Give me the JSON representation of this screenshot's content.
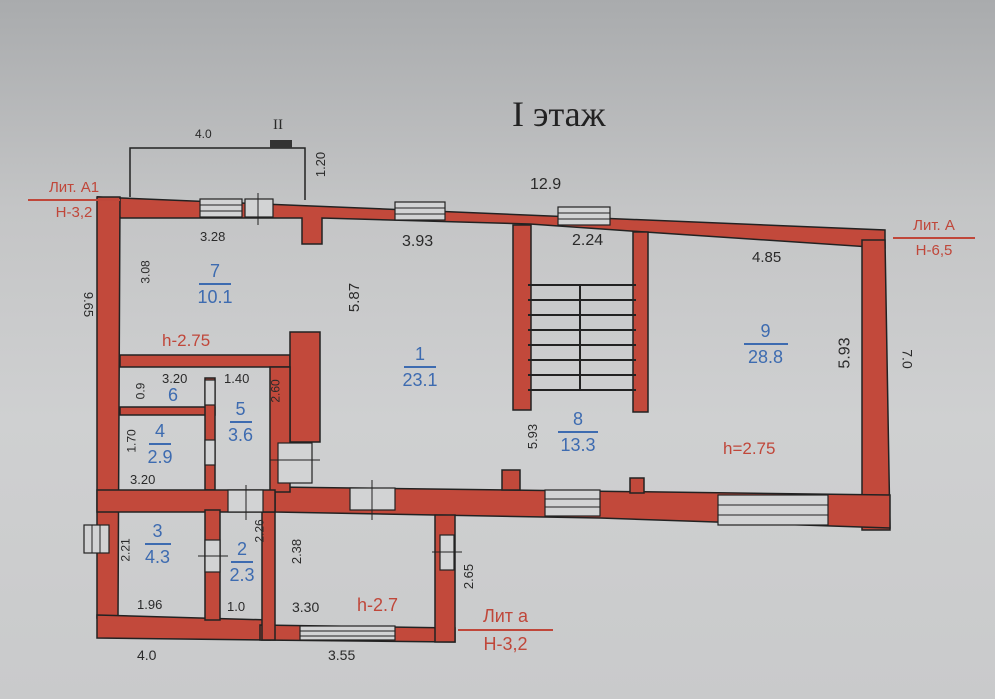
{
  "title": "I этаж",
  "colors": {
    "wall": "#c2493b",
    "room_label": "#3d6bb0",
    "height_label": "#c0473a",
    "dimension": "#2a2a2a",
    "paper": "#cfd0d1"
  },
  "literals": [
    {
      "id": "lit-a1",
      "name": "Лит. А1",
      "height": "Н-3,2"
    },
    {
      "id": "lit-a",
      "name": "Лит. А",
      "height": "Н-6,5"
    },
    {
      "id": "lit-a-small",
      "name": "Лит а",
      "height": "Н-3,2"
    }
  ],
  "rooms": [
    {
      "num": "1",
      "area": "23.1"
    },
    {
      "num": "2",
      "area": "2.3"
    },
    {
      "num": "3",
      "area": "4.3"
    },
    {
      "num": "4",
      "area": "2.9"
    },
    {
      "num": "5",
      "area": "3.6"
    },
    {
      "num": "6",
      "area": ""
    },
    {
      "num": "7",
      "area": "10.1"
    },
    {
      "num": "8",
      "area": "13.3"
    },
    {
      "num": "9",
      "area": "28.8"
    }
  ],
  "heights": {
    "room7": "h-2.75",
    "room9": "h=2.75",
    "veranda": "h-2.7"
  },
  "dimensions": {
    "porch_width": "4.0",
    "porch_depth": "1.20",
    "porch_mark": "II",
    "total_length": "12.9",
    "left_total": "9.65",
    "right_total": "7.0",
    "r7_width": "3.28",
    "r7_depth": "3.08",
    "r1_width": "3.93",
    "r1_depth": "5.87",
    "r8_width": "2.24",
    "r8_depth": "5.93",
    "r9_width": "4.85",
    "r9_depth": "5.93",
    "r6_width": "3.20",
    "r6_depth": "0.9",
    "r5_width": "1.40",
    "r5_depth": "2.60",
    "r4_depth": "1.70",
    "r4_width": "3.20",
    "r3_depth": "2.21",
    "r3_width": "1.96",
    "r2_depth": "2.26",
    "r2_width": "1.0",
    "veranda_depth": "2.38",
    "veranda_width": "3.30",
    "veranda_right": "2.65",
    "bottom_left": "4.0",
    "bottom_right": "3.55"
  }
}
